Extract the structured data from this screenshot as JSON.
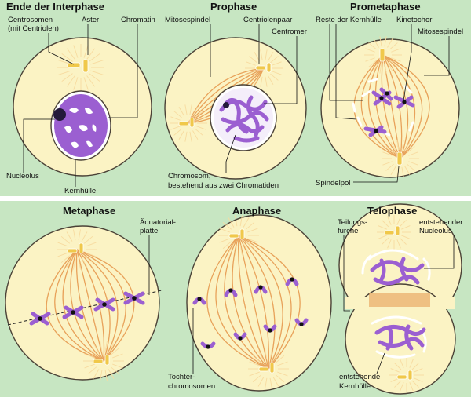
{
  "colors": {
    "background": "#c7e6c2",
    "cell_fill": "#fbf3c4",
    "cell_stroke": "#4b4237",
    "spindle": "#e8a25a",
    "chromosome": "#9b5fd1",
    "chromosome_dark": "#6b37a8",
    "centriole": "#f0c84a",
    "divider": "#ffffff"
  },
  "panels": {
    "interphase": {
      "title": "Ende der Interphase",
      "centrosomen_line1": "Centrosomen",
      "centrosomen_line2": "(mit Centriolen)",
      "aster": "Aster",
      "chromatin": "Chromatin",
      "nucleolus": "Nucleolus",
      "kernhuelle": "Kernhülle"
    },
    "prophase": {
      "title": "Prophase",
      "mitosespindel": "Mitosespindel",
      "centriolenpaar": "Centriolenpaar",
      "centromer": "Centromer",
      "chromosom_line1": "Chromosom,",
      "chromosom_line2": "bestehend aus zwei Chromatiden"
    },
    "prometaphase": {
      "title": "Prometaphase",
      "reste": "Reste der Kernhülle",
      "kinetochor": "Kinetochor",
      "mitosespindel": "Mitosespindel",
      "spindelpol": "Spindelpol"
    },
    "metaphase": {
      "title": "Metaphase",
      "aequatorial_line1": "Äquatorial-",
      "aequatorial_line2": "platte"
    },
    "anaphase": {
      "title": "Anaphase",
      "tochter_line1": "Tochter-",
      "tochter_line2": "chromosomen"
    },
    "telophase": {
      "title": "Telophase",
      "teilungs_line1": "Teilungs-",
      "teilungs_line2": "furche",
      "nucleolus_line1": "entstehender",
      "nucleolus_line2": "Nucleolus",
      "kernhuelle_line1": "entstehende",
      "kernhuelle_line2": "Kernhülle"
    }
  }
}
